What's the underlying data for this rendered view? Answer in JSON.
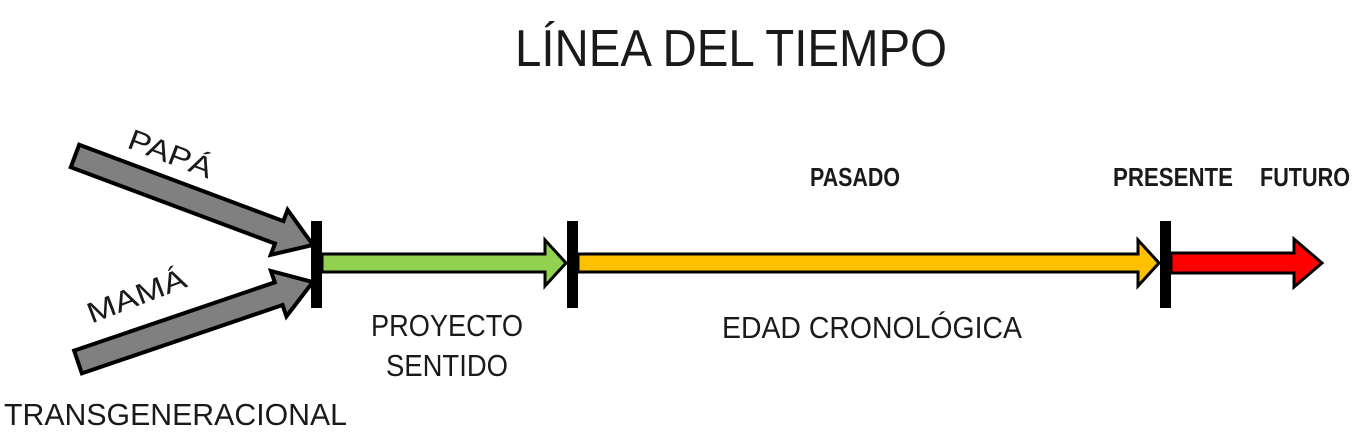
{
  "diagram": {
    "title": "LÍNEA DEL TIEMPO",
    "background": "#FFFFFF",
    "text_color": "#1A1A1A",
    "marker_color": "#000000",
    "ancestry": {
      "father_arrow_label": "PAPÁ",
      "mother_arrow_label": "MAMÁ",
      "caption": "TRANSGENERACIONAL",
      "arrow_color": "#808080"
    },
    "segments": [
      {
        "name": "proyecto-sentido",
        "label_line1": "PROYECTO",
        "label_line2": "SENTIDO",
        "color": "#92D050"
      },
      {
        "name": "edad-cronologica",
        "label": "EDAD CRONOLÓGICA",
        "above_label": "PASADO",
        "color": "#FFC000"
      },
      {
        "name": "futuro",
        "marker_above_label": "PRESENTE",
        "above_label": "FUTURO",
        "color": "#FF0000"
      }
    ]
  }
}
